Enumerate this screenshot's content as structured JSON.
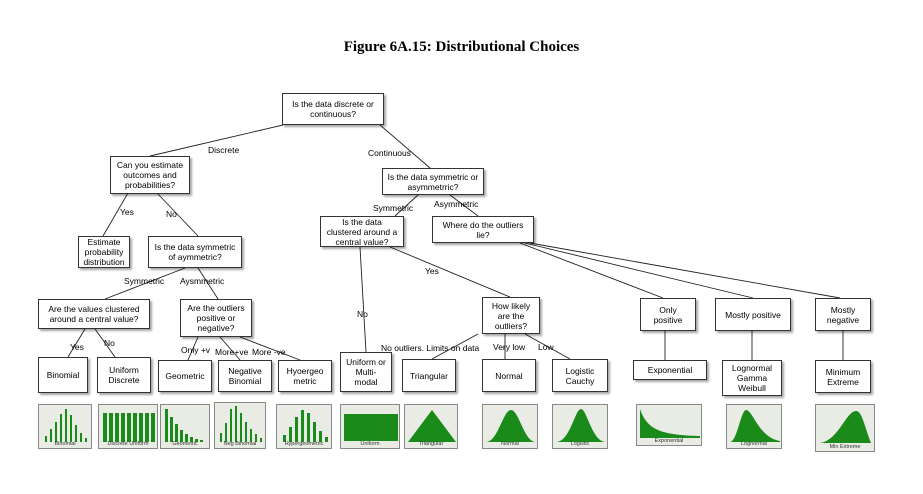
{
  "title": "Figure 6A.15: Distributional Choices",
  "nodes": {
    "root": "Is the data discrete or\ncontinuous?",
    "estimate": "Can you estimate\noutcomes and\nprobabilities?",
    "est_prob": "Estimate\nprobability\ndistribution",
    "disc_sym": "Is the data symmetric\nof aymmetric?",
    "clustered_disc": "Are the values clustered\naround a central value?",
    "outliers_disc": "Are the outliers\npositive or\nnegative?",
    "binomial": "Binomial",
    "uniform_disc": "Uniform\nDiscrete",
    "geometric": "Geometric",
    "neg_binomial": "Negative\nBinomial",
    "hypergeo": "Hyoergeo\nmetric",
    "cont_sym": "Is the data symmetric or\nasymmetrric?",
    "clustered_cont": "Is the data\nclustered around a\ncentral value?",
    "where_outliers": "Where do the outliers\nlie?",
    "likely_outliers": "How likely\nare the\noutliers?",
    "uniform_multi": "Uniform or\nMulti-\nmodal",
    "triangular": "Triangular",
    "normal": "Normal",
    "logistic": "Logistic\nCauchy",
    "only_pos": "Only\npositive",
    "mostly_pos": "Mostly positive",
    "mostly_neg": "Mostly\nnegative",
    "exponential": "Exponential",
    "lognormal": "Lognormal\nGamma\nWeibull",
    "min_extreme": "Minimum\nExtreme"
  },
  "edge_labels": {
    "discrete": "Discrete",
    "continuous": "Continuous",
    "yes1": "Yes",
    "no1": "No",
    "symmetric1": "Symmetric",
    "asymmetric1": "Aysmmetric",
    "yes2": "Yes",
    "no2": "No",
    "only_pos_v": "Only +v",
    "more_pos_ve": "More+ve",
    "more_neg_ve": "More -ve",
    "symmetric2": "Symmetric",
    "asymmetric2": "Asymmetric",
    "yes3": "Yes",
    "no3": "No",
    "no_outliers": "No outliers. Limits on data",
    "very_low": "Very low",
    "low": "Low"
  },
  "thumbnails": {
    "binomial": "Binomial",
    "discrete_uniform": "Discrete Uniform",
    "geometric": "Geometric",
    "neg_binomial": "Neg Binomial",
    "hypergeometric": "Hypergeometric",
    "uniform": "Uniform",
    "triangular": "Triangular",
    "normal": "Normal",
    "logistic": "Logistic",
    "exponential": "Exponential",
    "lognormal": "Lognormal",
    "min_extreme": "Min Extreme"
  },
  "colors": {
    "fill": "#1a8a1a",
    "thumb_bg": "#e9ece4"
  }
}
